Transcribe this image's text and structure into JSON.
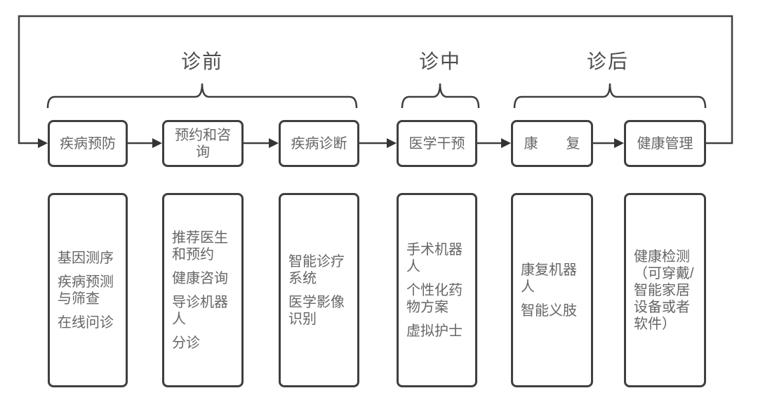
{
  "phases": [
    "诊前",
    "诊中",
    "诊后"
  ],
  "columns": [
    {
      "stage": "疾病预防",
      "items": [
        "基因测序",
        "疾病预测\n与筛查",
        "在线问诊"
      ]
    },
    {
      "stage": "预约和咨\n询",
      "items": [
        "推荐医生\n和预约",
        "健康咨询",
        "导诊机器\n人",
        "分诊"
      ]
    },
    {
      "stage": "疾病诊断",
      "items": [
        "智能诊疗\n系统",
        "医学影像\n识别"
      ]
    },
    {
      "stage": "医学干预",
      "items": [
        "手术机器\n人",
        "个性化药\n物方案",
        "虚拟护士"
      ]
    },
    {
      "stage": "康　　复",
      "items": [
        "康复机器\n人",
        "智能义肢"
      ]
    },
    {
      "stage": "健康管理",
      "items": [
        "健康检测\n（可穿戴/\n智能家居\n设备或者\n软件）"
      ]
    }
  ],
  "colors": {
    "line": "#3f3f3f",
    "text": "#666666",
    "label": "#4d4d4d",
    "background": "#ffffff"
  }
}
